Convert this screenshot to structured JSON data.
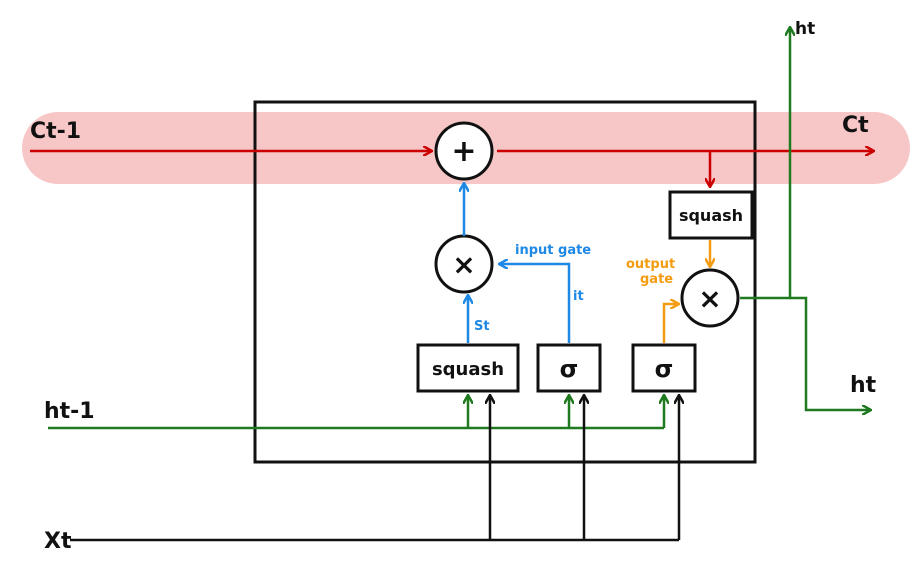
{
  "labels": {
    "c_prev": "Ct-1",
    "c_next": "Ct",
    "h_prev": "ht-1",
    "h_out_top": "ht",
    "h_out_right": "ht",
    "x_in": "Xt",
    "s_t": "St",
    "i_t": "it",
    "input_gate": "input gate",
    "output_gate_line1": "output",
    "output_gate_line2": "gate"
  },
  "ops": {
    "add": "+",
    "multiply_input": "×",
    "multiply_output": "×"
  },
  "boxes": {
    "squash_input": "squash",
    "sigma_input": "σ",
    "sigma_output": "σ",
    "squash_output": "squash"
  },
  "colors": {
    "cell_state": "#cc0000",
    "cell_band": "#f7c6c6",
    "hidden": "#1f7a1f",
    "input_path": "#1e88e5",
    "output_path": "#f39c12",
    "structure": "#111111"
  }
}
